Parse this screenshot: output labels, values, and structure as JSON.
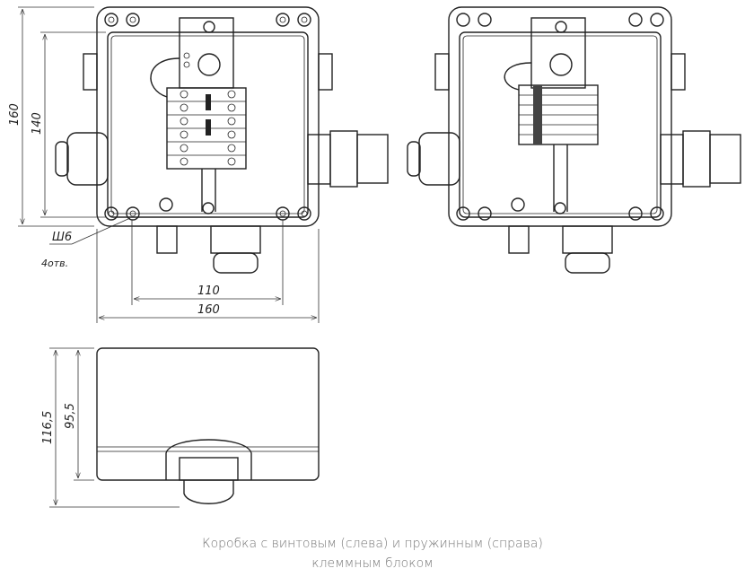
{
  "dimensions": {
    "top_view": {
      "height_outer": "160",
      "height_inner": "140",
      "hole_size": "Ш6",
      "hole_count": "4отв.",
      "hole_spacing": "110",
      "width_outer": "160"
    },
    "side_view": {
      "total_height": "116,5",
      "body_height": "95,5"
    }
  },
  "caption": {
    "line1": "Коробка с винтовым (слева) и пружинным (справа)",
    "line2": "клеммным блоком"
  }
}
